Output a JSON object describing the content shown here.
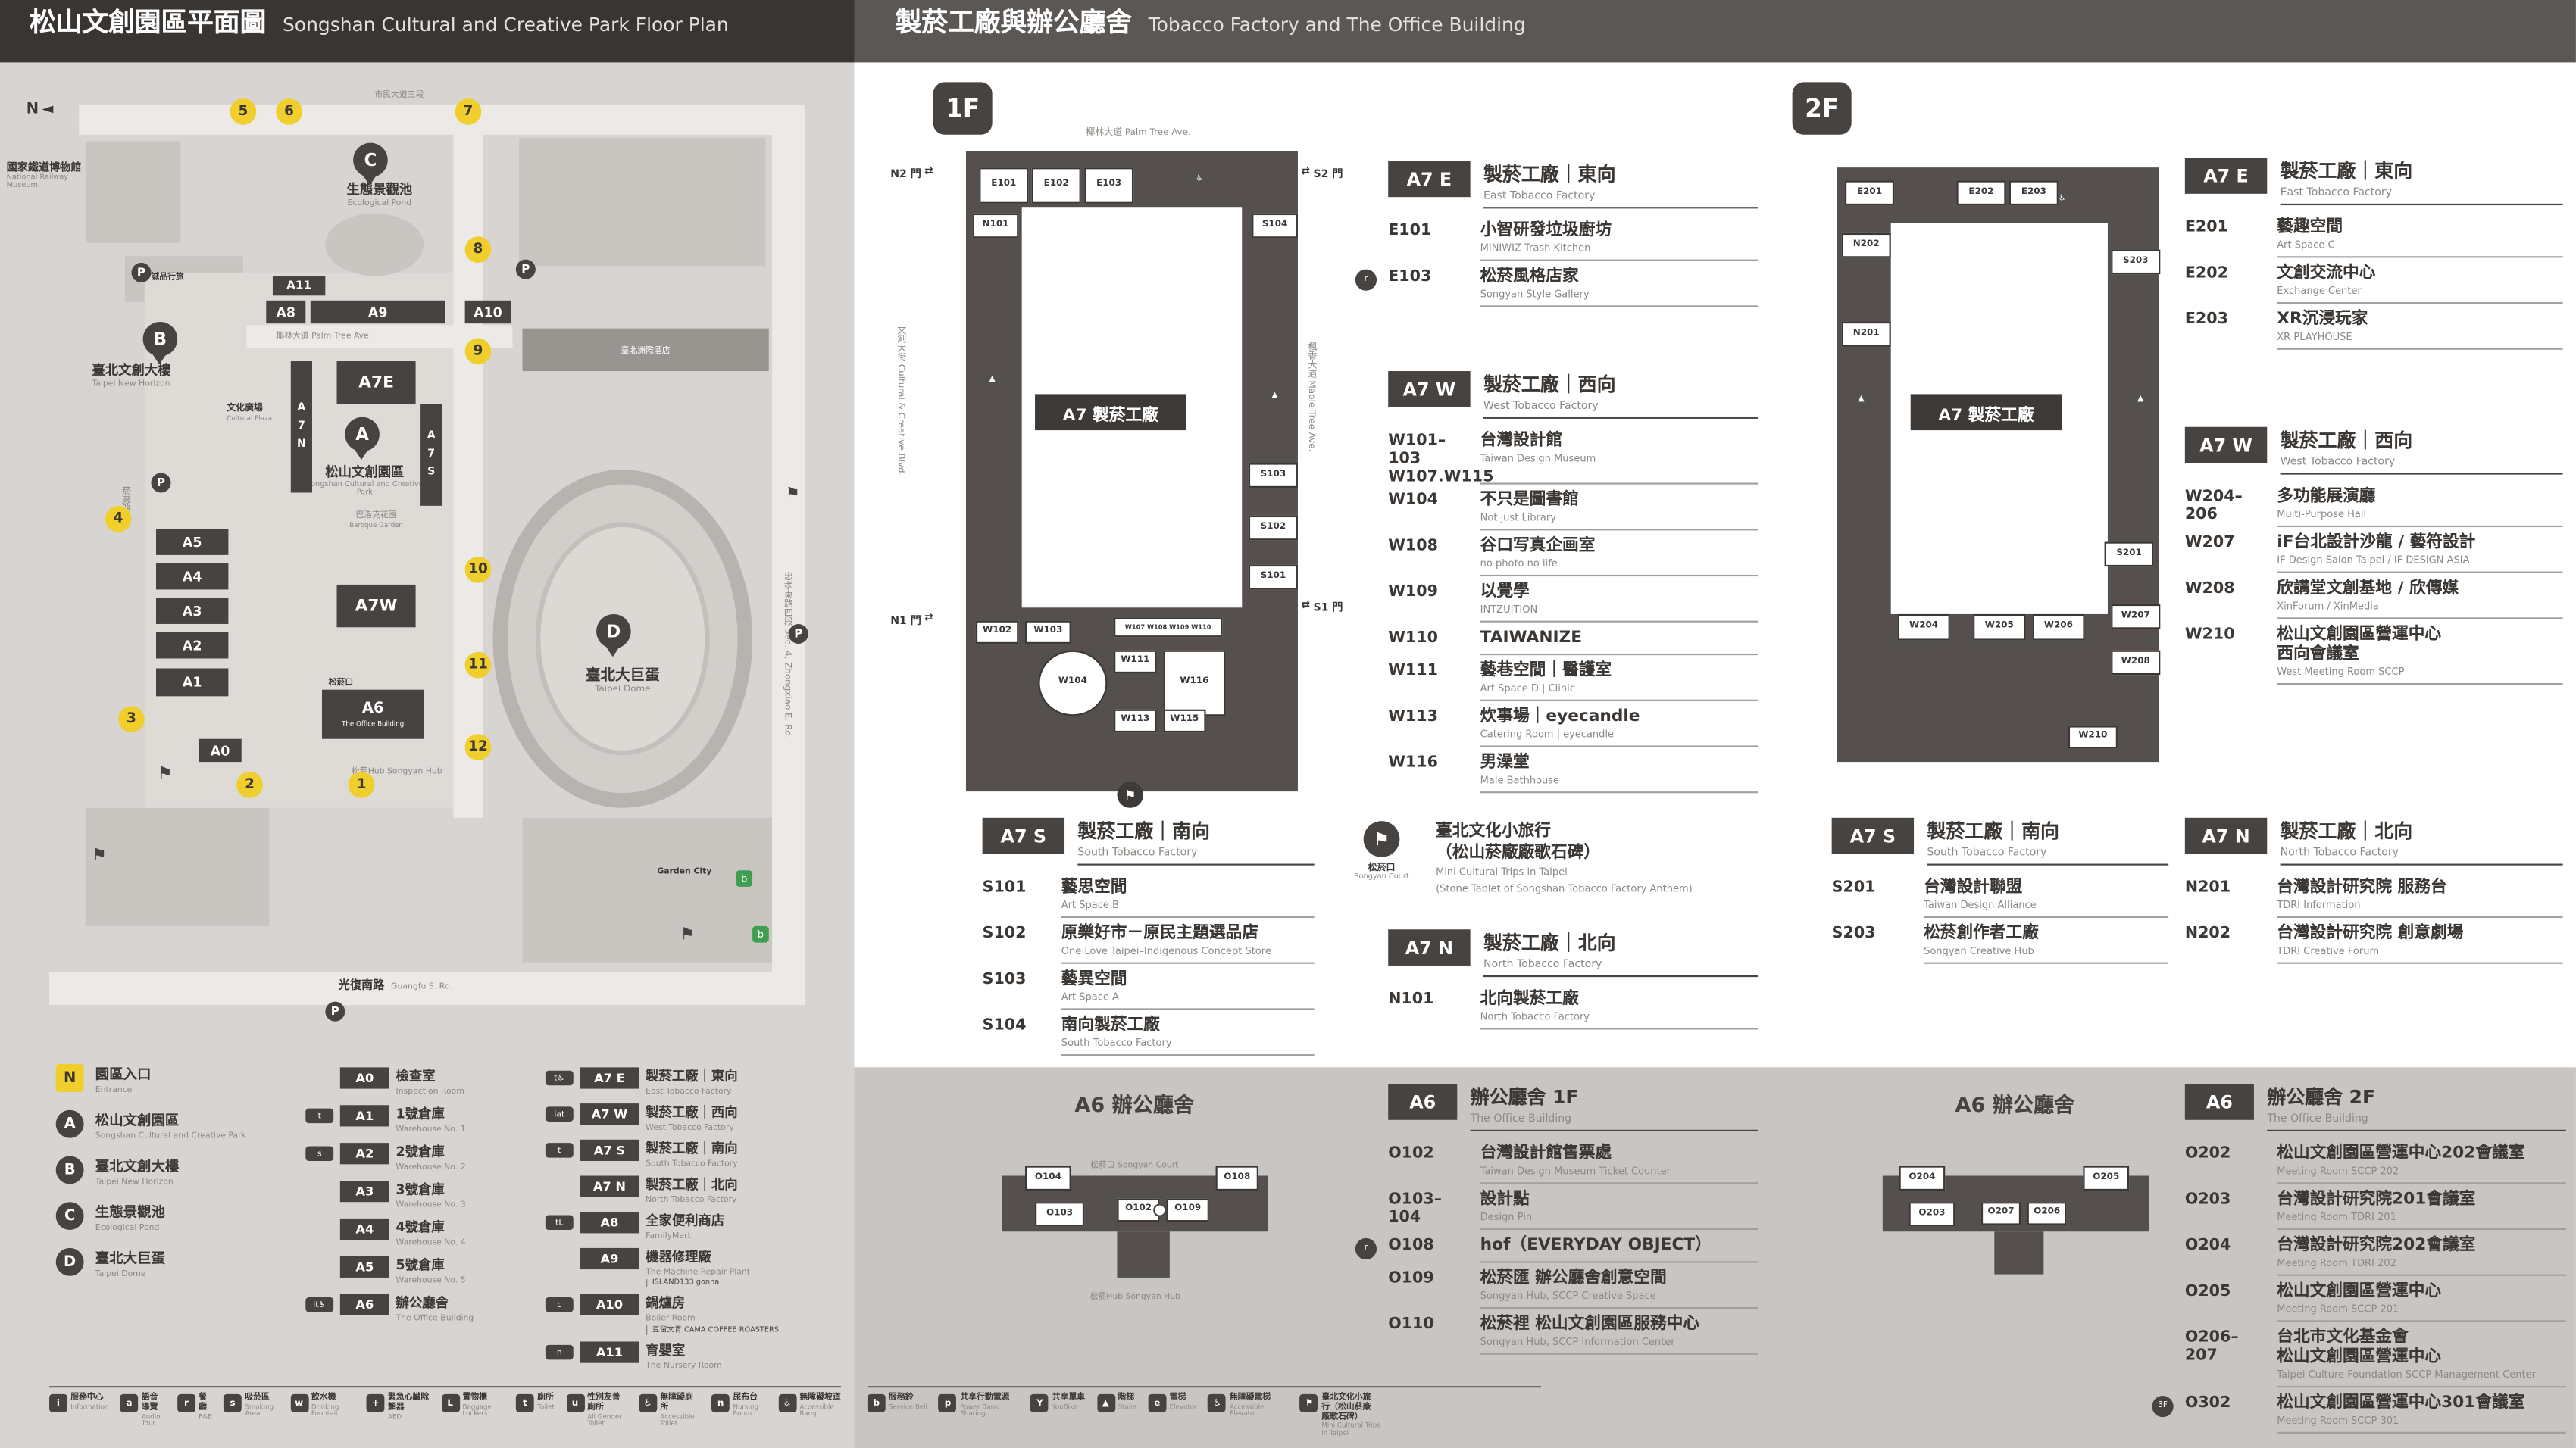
{
  "glyphs": {
    "stairs": "▲",
    "accessible": "♿",
    "flag": "⚑",
    "gate": "⇄",
    "compass": "◄"
  },
  "left": {
    "header_zh": "松山文創園區平面圖",
    "header_en": "Songshan Cultural and Creative Park Floor Plan",
    "map": {
      "compass_n": "N",
      "railway_zh": "國家鐵道博物館",
      "railway_en": "National Railway Museum",
      "eslite_hotel": "誠品行旅",
      "pin_a": "A",
      "pin_b": "B",
      "pin_c": "C",
      "pin_d": "D",
      "pond_zh": "生態景觀池",
      "pond_en": "Ecological Pond",
      "horizon_zh": "臺北文創大樓",
      "horizon_en": "Taipei New Horizon",
      "plaza_zh": "文化廣場",
      "plaza_en": "Cultural Plaza",
      "sccp_zh": "松山文創園區",
      "sccp_en": "Songshan Cultural and Creative Park",
      "baroque_zh": "巴洛克花園",
      "baroque_en": "Baroque Garden",
      "palm": "椰林大道 Palm Tree Ave.",
      "dome_zh": "臺北大巨蛋",
      "dome_en": "Taipei Dome",
      "hotel": "臺北洲際酒店",
      "court": "松菸口",
      "office_small": "The Office Building",
      "hub": "松菸Hub Songyan Hub",
      "yanchang": "菸廠路",
      "garden_city": "Garden City",
      "guangfu_zh": "光復南路",
      "guangfu_en": "Guangfu S. Rd.",
      "zhongxiao": "忠孝東路四段 Sec. 4, Zhongxiao E. Rd.",
      "civic": "市民大道三段",
      "n": [
        "1",
        "2",
        "3",
        "4",
        "5",
        "6",
        "7",
        "8",
        "9",
        "10",
        "11",
        "12"
      ],
      "b_a11": "A11",
      "b_a8": "A8",
      "b_a9": "A9",
      "b_a10": "A10",
      "b_a7e": "A7E",
      "b_a7n": "A7N",
      "b_a7s": "A7S",
      "b_a7w": "A7W",
      "b_a5": "A5",
      "b_a4": "A4",
      "b_a3": "A3",
      "b_a2": "A2",
      "b_a1": "A1",
      "b_a0": "A0",
      "b_a6": "A6",
      "p": "P"
    },
    "legend_places": [
      {
        "cls": "lgi sq",
        "badge": "N",
        "zh": "園區入口",
        "en": "Entrance"
      },
      {
        "cls": "lgi",
        "badge": "A",
        "zh": "松山文創園區",
        "en": "Songshan Cultural and Creative Park"
      },
      {
        "cls": "lgi",
        "badge": "B",
        "zh": "臺北文創大樓",
        "en": "Taipei New Horizon"
      },
      {
        "cls": "lgi",
        "badge": "C",
        "zh": "生態景觀池",
        "en": "Ecological Pond"
      },
      {
        "cls": "lgi",
        "badge": "D",
        "zh": "臺北大巨蛋",
        "en": "Taipei Dome"
      }
    ],
    "legend_a": [
      {
        "ic": "",
        "badge": "A0",
        "zh": "檢查室",
        "en": "Inspection Room",
        "note": ""
      },
      {
        "ic": "t",
        "badge": "A1",
        "zh": "1號倉庫",
        "en": "Warehouse No. 1",
        "note": ""
      },
      {
        "ic": "s",
        "badge": "A2",
        "zh": "2號倉庫",
        "en": "Warehouse No. 2",
        "note": ""
      },
      {
        "ic": "",
        "badge": "A3",
        "zh": "3號倉庫",
        "en": "Warehouse No. 3",
        "note": ""
      },
      {
        "ic": "",
        "badge": "A4",
        "zh": "4號倉庫",
        "en": "Warehouse No. 4",
        "note": ""
      },
      {
        "ic": "",
        "badge": "A5",
        "zh": "5號倉庫",
        "en": "Warehouse No. 5",
        "note": ""
      },
      {
        "ic": "it♿",
        "badge": "A6",
        "zh": "辦公廳舍",
        "en": "The Office Building",
        "note": ""
      }
    ],
    "legend_b": [
      {
        "ic": "t♿",
        "badge": "A7 E",
        "zh": "製菸工廠｜東向",
        "en": "East Tobacco Factory",
        "note": ""
      },
      {
        "ic": "iat",
        "badge": "A7 W",
        "zh": "製菸工廠｜西向",
        "en": "West Tobacco Factory",
        "note": ""
      },
      {
        "ic": "t",
        "badge": "A7 S",
        "zh": "製菸工廠｜南向",
        "en": "South Tobacco Factory",
        "note": ""
      },
      {
        "ic": "",
        "badge": "A7 N",
        "zh": "製菸工廠｜北向",
        "en": "North Tobacco Factory",
        "note": ""
      },
      {
        "ic": "tL",
        "badge": "A8",
        "zh": "全家便利商店",
        "en": "FamilyMart",
        "note": ""
      },
      {
        "ic": "",
        "badge": "A9",
        "zh": "機器修理廠",
        "en": "The Machine Repair Plant",
        "note": "ISLAND133 gonna"
      },
      {
        "ic": "c",
        "badge": "A10",
        "zh": "鍋爐房",
        "en": "Boiler Room",
        "note": "豆留文青 CAMA COFFEE ROASTERS"
      },
      {
        "ic": "n",
        "badge": "A11",
        "zh": "育嬰室",
        "en": "The Nursery Room",
        "note": ""
      }
    ]
  },
  "amenities_left": [
    {
      "g": "i",
      "zh": "服務中心",
      "en": "Information"
    },
    {
      "g": "a",
      "zh": "語音導覽",
      "en": "Audio Tour"
    },
    {
      "g": "r",
      "zh": "餐廳",
      "en": "F&B"
    },
    {
      "g": "s",
      "zh": "吸菸區",
      "en": "Smoking Area"
    },
    {
      "g": "w",
      "zh": "飲水機",
      "en": "Drinking Fountain"
    },
    {
      "g": "+",
      "zh": "緊急心臟除顫器",
      "en": "AED"
    },
    {
      "g": "L",
      "zh": "置物櫃",
      "en": "Baggage Lockers"
    },
    {
      "g": "t",
      "zh": "廁所",
      "en": "Toilet"
    },
    {
      "g": "u",
      "zh": "性別友善廁所",
      "en": "All Gender Toilet"
    },
    {
      "g": "♿",
      "zh": "無障礙廁所",
      "en": "Accessible Toilet"
    },
    {
      "g": "n",
      "zh": "尿布台",
      "en": "Nursing Room"
    },
    {
      "g": "♿",
      "zh": "無障礙坡道",
      "en": "Accessible Ramp"
    }
  ],
  "amenities_right": [
    {
      "g": "b",
      "zh": "服務鈴",
      "en": "Service Bell"
    },
    {
      "g": "p",
      "zh": "共享行動電源",
      "en": "Power Bank Sharing"
    },
    {
      "g": "Y",
      "zh": "共享單車",
      "en": "YouBike"
    },
    {
      "g": "▲",
      "zh": "階梯",
      "en": "Stairs"
    },
    {
      "g": "e",
      "zh": "電梯",
      "en": "Elevator"
    },
    {
      "g": "♿",
      "zh": "無障礙電梯",
      "en": "Accessible Elevator"
    },
    {
      "g": "⚑",
      "zh": "臺北文化小旅行（松山菸廠廠歌石碑）",
      "en": "Mini Cultural Trips in Taipei"
    }
  ],
  "right": {
    "header_zh": "製菸工廠與辦公廳舍",
    "header_en": "Tobacco Factory and The Office Building",
    "f1": {
      "floor": "1F",
      "plan": {
        "street_top": "椰林大道 Palm Tree Ave.",
        "street_left": "文創大街 Cultural & Creative Blvd.",
        "street_right": "楓香大道 Maple Tree Ave.",
        "building": "A7 製菸工廠",
        "center_zh": "巴洛克花園",
        "center_en": "Baroque Garden",
        "gates": {
          "n2": "N2 門",
          "s2": "S2 門",
          "n1": "N1 門",
          "s1": "S1 門"
        },
        "rooms": {
          "e101": "E101",
          "e102": "E102",
          "e103": "E103",
          "n101": "N101",
          "s104": "S104",
          "s103": "S103",
          "s102": "S102",
          "s101": "S101",
          "w102": "W102",
          "w103": "W103",
          "w107_110": "W107 W108 W109 W110",
          "w104": "W104",
          "w111": "W111",
          "w113": "W113",
          "w115": "W115",
          "w116": "W116"
        }
      },
      "sections": [
        {
          "badge": "A7 E",
          "zh": "製菸工廠｜東向",
          "en": "East Tobacco Factory",
          "rows": [
            {
              "pre": "",
              "code": "E101",
              "zh": "小智研發垃圾廚坊",
              "en": "MINIWIZ Trash Kitchen"
            },
            {
              "pre": "r",
              "code": "E103",
              "zh": "松菸風格店家",
              "en": "Songyan Style Gallery"
            }
          ]
        },
        {
          "badge": "A7 W",
          "zh": "製菸工廠｜西向",
          "en": "West Tobacco Factory",
          "rows": [
            {
              "pre": "",
              "code": "W101–103\nW107.W115",
              "zh": "台灣設計館",
              "en": "Taiwan Design Museum"
            },
            {
              "pre": "",
              "code": "W104",
              "zh": "不只是圖書館",
              "en": "Not just Library"
            },
            {
              "pre": "",
              "code": "W108",
              "zh": "谷口写真企画室",
              "en": "no photo no life"
            },
            {
              "pre": "",
              "code": "W109",
              "zh": "以覺學",
              "en": "INTZUITION"
            },
            {
              "pre": "",
              "code": "W110",
              "zh": "TAIWANIZE",
              "en": ""
            },
            {
              "pre": "",
              "code": "W111",
              "zh": "藝巷空間｜醫護室",
              "en": "Art Space D | Clinic"
            },
            {
              "pre": "",
              "code": "W113",
              "zh": "炊事場｜eyecandle",
              "en": "Catering Room | eyecandle"
            },
            {
              "pre": "",
              "code": "W116",
              "zh": "男澡堂",
              "en": "Male Bathhouse"
            }
          ]
        },
        {
          "badge": "A7 S",
          "zh": "製菸工廠｜南向",
          "en": "South Tobacco Factory",
          "rows": [
            {
              "pre": "",
              "code": "S101",
              "zh": "藝思空間",
              "en": "Art Space B"
            },
            {
              "pre": "",
              "code": "S102",
              "zh": "原樂好市－原民主題選品店",
              "en": "One Love Taipei–Indigenous Concept Store"
            },
            {
              "pre": "",
              "code": "S103",
              "zh": "藝異空間",
              "en": "Art Space A"
            },
            {
              "pre": "",
              "code": "S104",
              "zh": "南向製菸工廠",
              "en": "South Tobacco Factory"
            }
          ]
        },
        {
          "badge": "A7 N",
          "zh": "製菸工廠｜北向",
          "en": "North Tobacco Factory",
          "rows": [
            {
              "pre": "",
              "code": "N101",
              "zh": "北向製菸工廠",
              "en": "North Tobacco Factory"
            }
          ]
        }
      ],
      "court": {
        "label_zh": "松菸口",
        "label_en": "Songyan Court",
        "zh1": "臺北文化小旅行",
        "zh2": "（松山菸廠廠歌石碑）",
        "en1": "Mini Cultural Trips in Taipei",
        "en2": "(Stone Tablet of Songshan Tobacco Factory Anthem)"
      }
    },
    "f2": {
      "floor": "2F",
      "plan": {
        "building": "A7 製菸工廠",
        "rooms": {
          "e201": "E201",
          "e202": "E202",
          "e203": "E203",
          "n202": "N202",
          "n201": "N201",
          "s203": "S203",
          "s201": "S201",
          "w204": "W204",
          "w205": "W205",
          "w206": "W206",
          "w207": "W207",
          "w208": "W208",
          "w210": "W210"
        }
      },
      "sections": [
        {
          "badge": "A7 E",
          "zh": "製菸工廠｜東向",
          "en": "East Tobacco Factory",
          "rows": [
            {
              "pre": "",
              "code": "E201",
              "zh": "藝趣空間",
              "en": "Art Space C"
            },
            {
              "pre": "",
              "code": "E202",
              "zh": "文創交流中心",
              "en": "Exchange Center"
            },
            {
              "pre": "",
              "code": "E203",
              "zh": "XR沉浸玩家",
              "en": "XR PLAYHOUSE"
            }
          ]
        },
        {
          "badge": "A7 W",
          "zh": "製菸工廠｜西向",
          "en": "West Tobacco Factory",
          "rows": [
            {
              "pre": "",
              "code": "W204–206",
              "zh": "多功能展演廳",
              "en": "Multi-Purpose Hall"
            },
            {
              "pre": "",
              "code": "W207",
              "zh": "iF台北設計沙龍 / 藝符設計",
              "en": "IF Design Salon Taipei / IF DESIGN ASIA"
            },
            {
              "pre": "",
              "code": "W208",
              "zh": "欣講堂文創基地 / 欣傳媒",
              "en": "XinForum / XinMedia"
            },
            {
              "pre": "",
              "code": "W210",
              "zh": "松山文創園區營運中心\n西向會議室",
              "en": "West Meeting Room SCCP"
            }
          ]
        },
        {
          "badge": "A7 S",
          "zh": "製菸工廠｜南向",
          "en": "South Tobacco Factory",
          "rows": [
            {
              "pre": "",
              "code": "S201",
              "zh": "台灣設計聯盟",
              "en": "Taiwan Design Alliance"
            },
            {
              "pre": "",
              "code": "S203",
              "zh": "松菸創作者工廠",
              "en": "Songyan Creative Hub"
            }
          ]
        },
        {
          "badge": "A7 N",
          "zh": "製菸工廠｜北向",
          "en": "North Tobacco Factory",
          "rows": [
            {
              "pre": "",
              "code": "N201",
              "zh": "台灣設計研究院 服務台",
              "en": "TDRI Information"
            },
            {
              "pre": "",
              "code": "N202",
              "zh": "台灣設計研究院 創意劇場",
              "en": "TDRI Creative Forum"
            }
          ]
        }
      ]
    },
    "a6f1": {
      "plan_title": "A6 辦公廳舍",
      "court": "松菸口 Songyan Court",
      "hub": "松菸Hub Songyan Hub",
      "rooms": {
        "o104": "O104",
        "o103": "O103",
        "o102": "O102",
        "o109": "O109",
        "o108": "O108"
      },
      "badge": "A6",
      "zh": "辦公廳舍 1F",
      "en": "The Office Building",
      "rows": [
        {
          "pre": "",
          "code": "O102",
          "zh": "台灣設計館售票處",
          "en": "Taiwan Design Museum Ticket Counter"
        },
        {
          "pre": "",
          "code": "O103–104",
          "zh": "設計點",
          "en": "Design Pin"
        },
        {
          "pre": "r",
          "code": "O108",
          "zh": "hof（EVERYDAY OBJECT）",
          "en": ""
        },
        {
          "pre": "",
          "code": "O109",
          "zh": "松菸匯 辦公廳舍創意空間",
          "en": "Songyan Hub, SCCP Creative Space"
        },
        {
          "pre": "",
          "code": "O110",
          "zh": "松菸裡 松山文創園區服務中心",
          "en": "Songyan Hub, SCCP Information Center"
        }
      ]
    },
    "a6f2": {
      "plan_title": "A6 辦公廳舍",
      "rooms": {
        "o204": "O204",
        "o203": "O203",
        "o207": "O207",
        "o206": "O206",
        "o205": "O205"
      },
      "badge": "A6",
      "zh": "辦公廳舍 2F",
      "en": "The Office Building",
      "rows": [
        {
          "pre": "",
          "code": "O202",
          "zh": "松山文創園區營運中心202會議室",
          "en": "Meeting Room SCCP 202"
        },
        {
          "pre": "",
          "code": "O203",
          "zh": "台灣設計研究院201會議室",
          "en": "Meeting Room TDRI 201"
        },
        {
          "pre": "",
          "code": "O204",
          "zh": "台灣設計研究院202會議室",
          "en": "Meeting Room TDRI 202"
        },
        {
          "pre": "",
          "code": "O205",
          "zh": "松山文創園區營運中心",
          "en": "Meeting Room SCCP 201"
        },
        {
          "pre": "",
          "code": "O206–207",
          "zh": "台北市文化基金會\n松山文創園區營運中心",
          "en": "Taipei Culture Foundation SCCP Management Center"
        },
        {
          "pre": "3F",
          "code": "O302",
          "zh": "松山文創園區營運中心301會議室",
          "en": "Meeting Room SCCP 301"
        }
      ]
    }
  }
}
